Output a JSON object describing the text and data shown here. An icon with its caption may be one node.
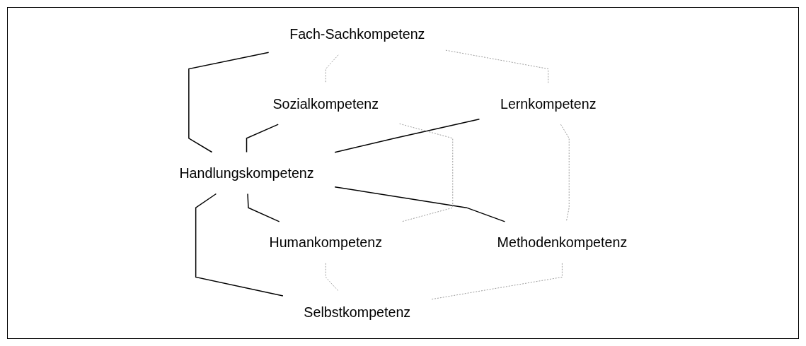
{
  "diagram": {
    "nodes": [
      {
        "text": [
          "Fach-Sachkompetenz"
        ]
      },
      {
        "text": [
          "Sozialkompetenz"
        ]
      },
      {
        "text": [
          "Lernkompetenz"
        ]
      },
      {
        "text": [
          "Handlungskompetenz"
        ]
      },
      {
        "text": [
          "Humankompetenz"
        ]
      },
      {
        "text": [
          "Methodenkompetenz"
        ]
      },
      {
        "text": [
          "Selbstkompetenz"
        ]
      }
    ],
    "edges": [
      {
        "from": 0,
        "to": 3,
        "arrow": "none"
      },
      {
        "from": 1,
        "to": 3,
        "arrow": "none"
      },
      {
        "from": 2,
        "to": 3,
        "arrow": "none"
      },
      {
        "from": 3,
        "to": 4,
        "arrow": "none"
      },
      {
        "from": 3,
        "to": 5,
        "arrow": "none"
      },
      {
        "from": 3,
        "to": 6,
        "arrow": "none"
      },
      {
        "from": 0,
        "to": 1,
        "arrow": "none",
        "style": "dashed",
        "color": "#999999"
      },
      {
        "from": 0,
        "to": 2,
        "arrow": "none",
        "style": "dashed",
        "color": "#999999"
      },
      {
        "from": 1,
        "to": 4,
        "arrow": "none",
        "style": "dashed",
        "color": "#999999"
      },
      {
        "from": 2,
        "to": 5,
        "arrow": "none",
        "style": "dashed",
        "color": "#999999"
      },
      {
        "from": 4,
        "to": 6,
        "arrow": "none",
        "style": "dashed",
        "color": "#999999"
      },
      {
        "from": 5,
        "to": 6,
        "arrow": "none",
        "style": "dashed",
        "color": "#999999"
      }
    ]
  }
}
